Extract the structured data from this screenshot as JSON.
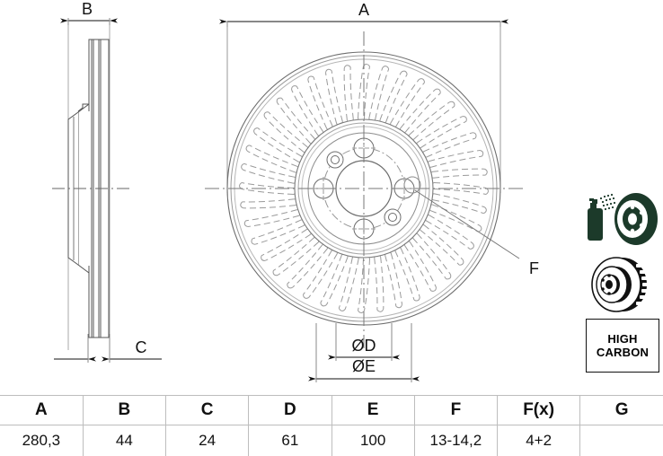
{
  "document": {
    "type": "technical-drawing",
    "subject": "brake-disc",
    "views": [
      "side-section-view",
      "front-face-view"
    ]
  },
  "dimensions": {
    "top_width_label": "A",
    "side_thickness_label": "B",
    "side_hat_label": "C",
    "bore_inner_label": "ØD",
    "bolt_circle_label": "ØE",
    "hole_leader_label": "F"
  },
  "icons": {
    "spray_disc": "spray-coating-disc-icon",
    "vented_disc": "vented-disc-3d-icon",
    "high_carbon_line1": "HIGH",
    "high_carbon_line2": "CARBON"
  },
  "colors": {
    "line": "#555555",
    "line_dark": "#111111",
    "icon_green": "#1c3a2a",
    "table_border": "#bdbdbd"
  },
  "table": {
    "headers": [
      "A",
      "B",
      "C",
      "D",
      "E",
      "F",
      "F(x)",
      "G"
    ],
    "values": [
      "280,3",
      "44",
      "24",
      "61",
      "100",
      "13-14,2",
      "4+2",
      ""
    ]
  },
  "chart_data": {
    "type": "table",
    "title": "Brake disc dimensions",
    "categories": [
      "A",
      "B",
      "C",
      "D",
      "E",
      "F",
      "F(x)",
      "G"
    ],
    "values": [
      "280,3",
      "44",
      "24",
      "61",
      "100",
      "13-14,2",
      "4+2",
      ""
    ]
  }
}
